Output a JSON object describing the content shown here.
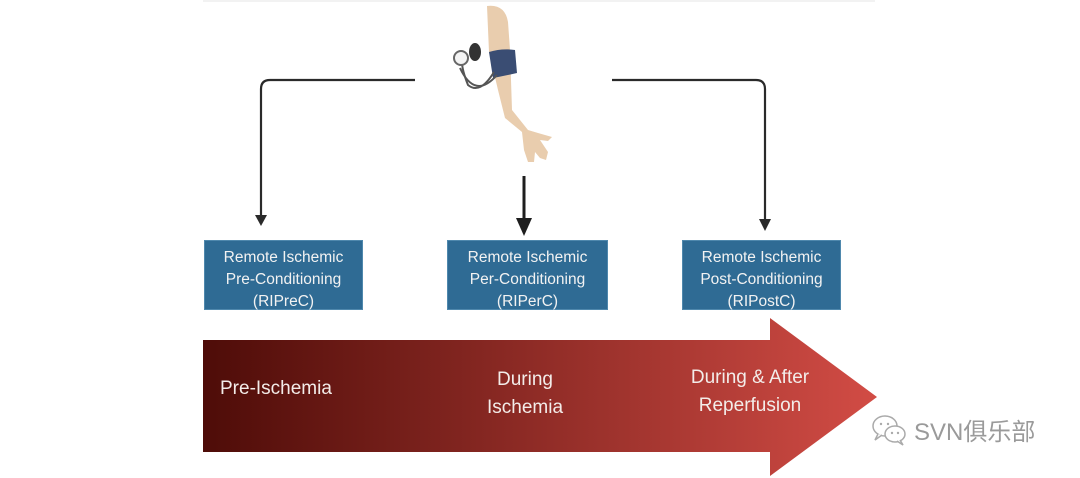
{
  "diagram": {
    "illustration": "arm-with-blood-pressure-cuff",
    "boxes": [
      {
        "line1": "Remote Ischemic",
        "line2": "Pre-Conditioning",
        "abbr": "(RIPreC)"
      },
      {
        "line1": "Remote Ischemic",
        "line2": "Per-Conditioning",
        "abbr": "(RIPerC)"
      },
      {
        "line1": "Remote Ischemic",
        "line2": "Post-Conditioning",
        "abbr": "(RIPostC)"
      }
    ],
    "timeline": {
      "phases": [
        {
          "line1": "Pre-Ischemia",
          "line2": ""
        },
        {
          "line1": "During",
          "line2": "Ischemia"
        },
        {
          "line1": "During & After",
          "line2": "Reperfusion"
        }
      ],
      "gradient_start": "#4e0c08",
      "gradient_end": "#d24c45"
    },
    "box_color": "#2f6b94",
    "connector_color": "#2a2a2a"
  },
  "watermark": {
    "icon": "wechat-icon",
    "text": "SVN俱乐部"
  }
}
